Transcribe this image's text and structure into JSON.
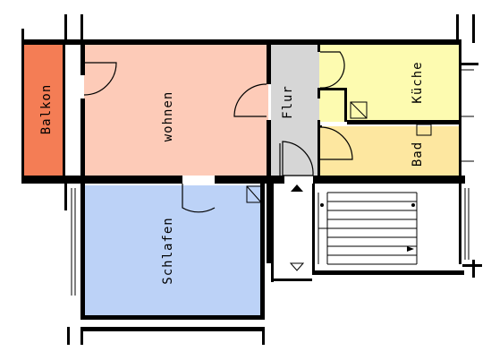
{
  "plan": {
    "rooms": {
      "balkon": {
        "label": "Balkon",
        "fill": "#f47d55"
      },
      "wohnen": {
        "label": "wohnen",
        "fill": "#fdcbb8"
      },
      "flur": {
        "label": "Flur",
        "fill": "#d6d6d6"
      },
      "kueche": {
        "label": "Küche",
        "fill": "#fdfbb0"
      },
      "bad": {
        "label": "Bad",
        "fill": "#fde7a0"
      },
      "schlafen": {
        "label": "Schlafen",
        "fill": "#bcd2f7"
      }
    },
    "colors": {
      "wall": "#000000",
      "stairs_line": "#000000",
      "background": "#ffffff"
    }
  }
}
